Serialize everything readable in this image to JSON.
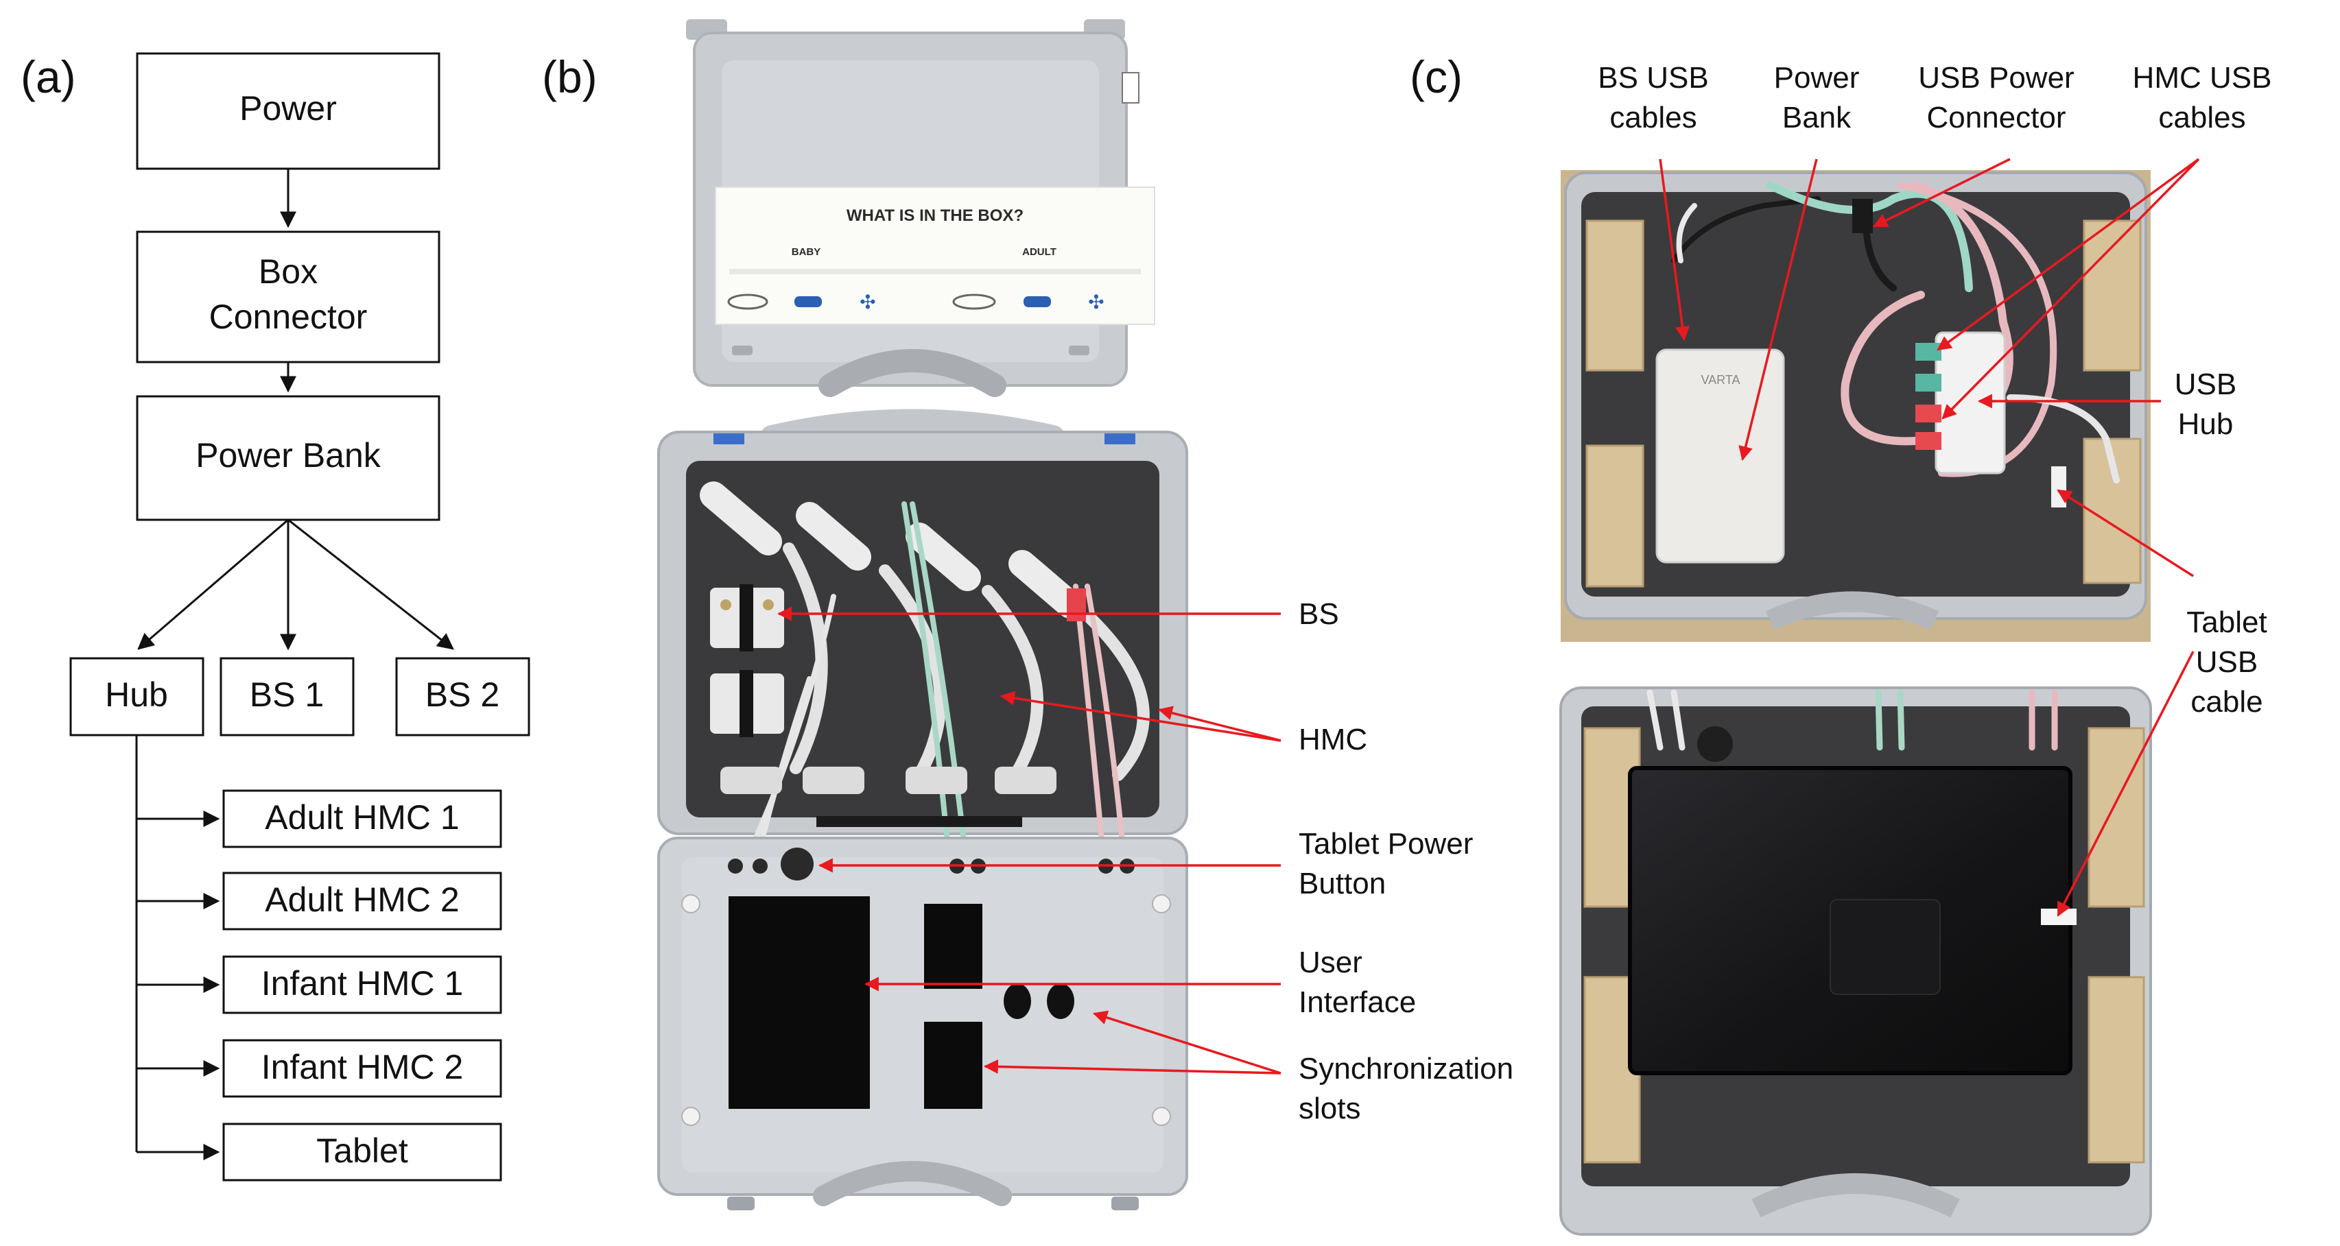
{
  "panels": {
    "a": "(a)",
    "b": "(b)",
    "c": "(c)"
  },
  "flow": {
    "power": "Power",
    "box_connector_1": "Box",
    "box_connector_2": "Connector",
    "power_bank": "Power Bank",
    "hub": "Hub",
    "bs1": "BS 1",
    "bs2": "BS 2",
    "adult_hmc1": "Adult HMC 1",
    "adult_hmc2": "Adult HMC 2",
    "infant_hmc1": "Infant HMC 1",
    "infant_hmc2": "Infant HMC 2",
    "tablet": "Tablet"
  },
  "photo_b": {
    "lid_title": "WHAT IS IN THE BOX?",
    "lid_baby": "BABY",
    "lid_adult": "ADULT",
    "labels": {
      "bs": "BS",
      "hmc": "HMC",
      "tablet_power_1": "Tablet Power",
      "tablet_power_2": "Button",
      "ui_1": "User",
      "ui_2": "Interface",
      "sync_1": "Synchronization",
      "sync_2": "slots"
    }
  },
  "photo_c": {
    "power_bank_brand": "VARTA",
    "labels": {
      "bs_usb_1": "BS USB",
      "bs_usb_2": "cables",
      "power_bank_1": "Power",
      "power_bank_2": "Bank",
      "usb_power_1": "USB Power",
      "usb_power_2": "Connector",
      "hmc_usb_1": "HMC USB",
      "hmc_usb_2": "cables",
      "usb_hub_1": "USB",
      "usb_hub_2": "Hub",
      "tablet_usb_1": "Tablet",
      "tablet_usb_2": "USB",
      "tablet_usb_3": "cable"
    }
  },
  "colors": {
    "annotation_red": "#e8191f",
    "case_grey": "#c9cdd2",
    "foam": "#3a3a3c",
    "wood": "#d8c29a"
  }
}
